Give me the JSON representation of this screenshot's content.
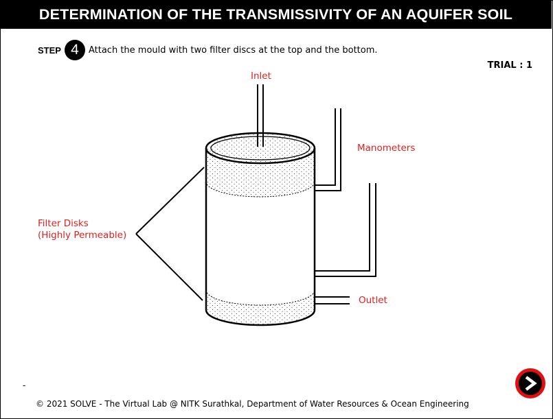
{
  "title": "DETERMINATION OF THE TRANSMISSIVITY OF AN AQUIFER SOIL",
  "step": {
    "label": "STEP",
    "number": "4",
    "instruction": "Attach the mould with two filter discs at the top and the bottom."
  },
  "trial": "TRIAL : 1",
  "diagram": {
    "inlet": "Inlet",
    "manometers": "Manometers",
    "filter_disks_line1": "Filter Disks",
    "filter_disks_line2": "(Highly Permeable)",
    "outlet": "Outlet"
  },
  "navigation": {
    "next_icon": "next-arrow-icon",
    "marker": "-"
  },
  "footer": "© 2021 SOLVE - The Virtual Lab @ NITK Surathkal, Department of Water Resources & Ocean Engineering",
  "colors": {
    "title_bg": "#000000",
    "label_red": "#e02020",
    "next_button": "#e11010"
  }
}
